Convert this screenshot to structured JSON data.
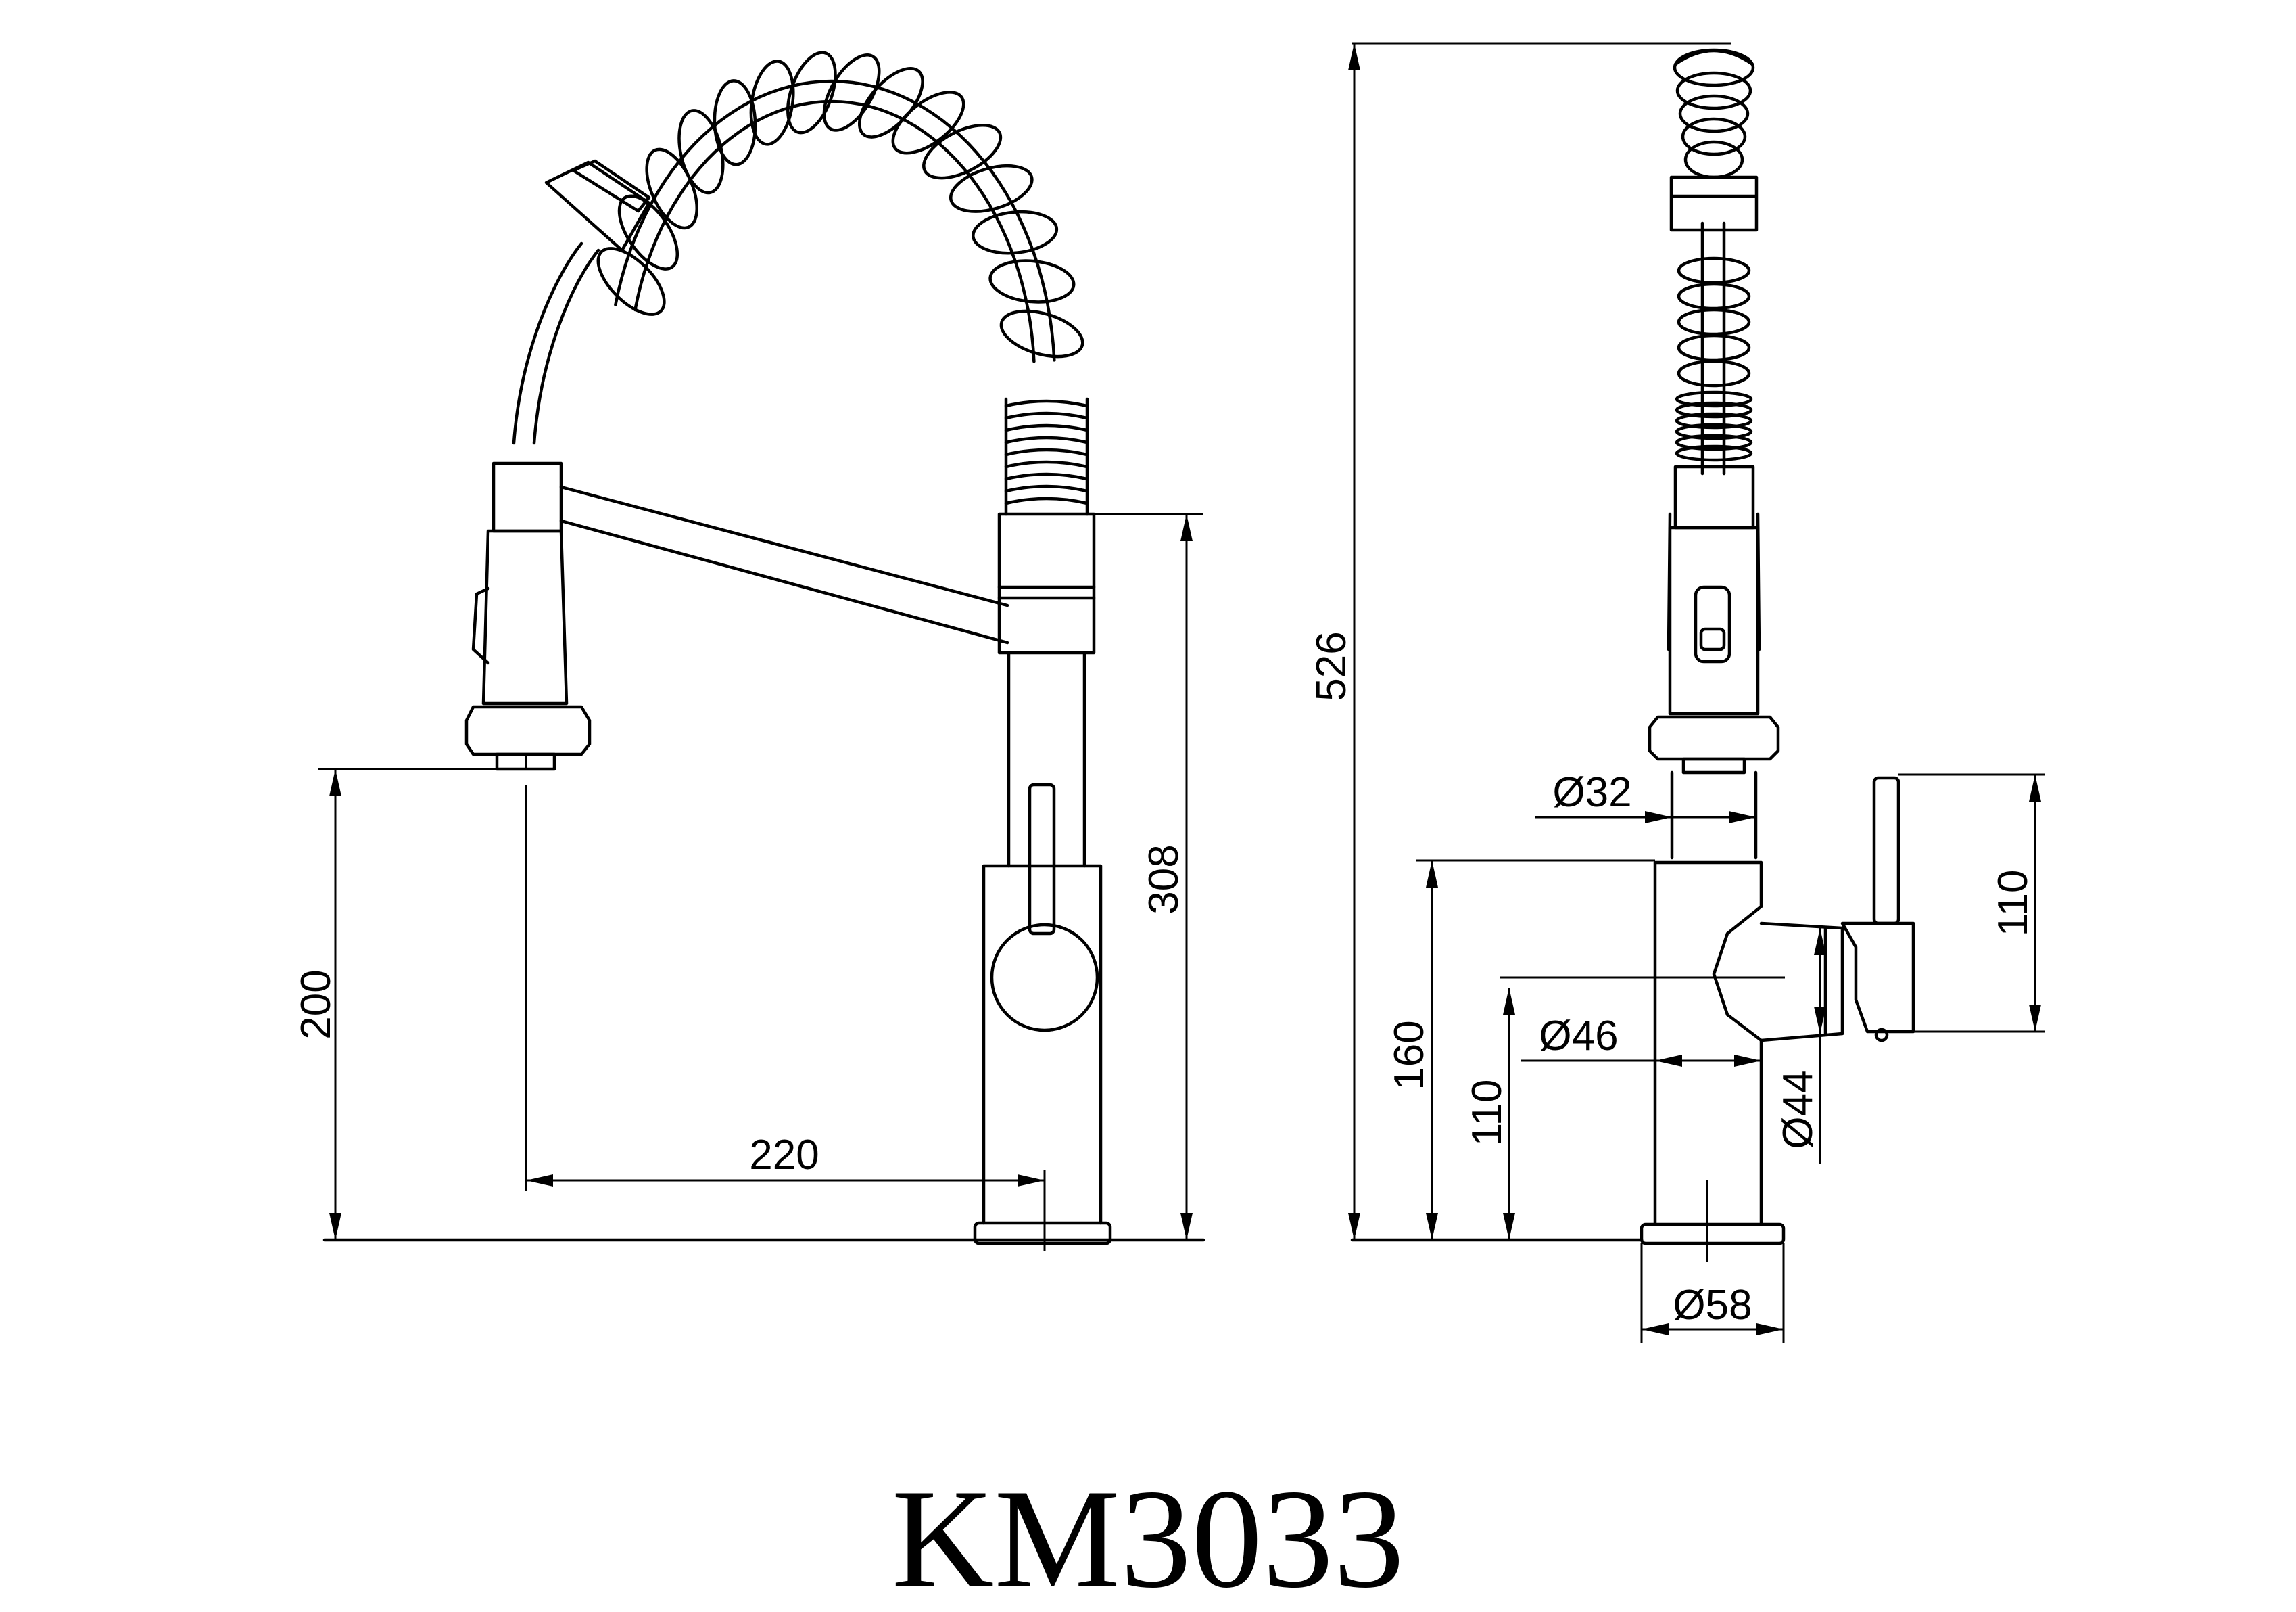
{
  "title": "KM3033",
  "front_view": {
    "dims": {
      "total_height_spout": "308",
      "outlet_height": "200",
      "reach": "220"
    }
  },
  "side_view": {
    "dims": {
      "total_height": "526",
      "pull_hose_dia": "Ø32",
      "handle_height": "110",
      "body_height": "160",
      "handle_axis_height": "110",
      "body_dia": "Ø46",
      "handle_dia": "Ø44",
      "base_dia": "Ø58"
    }
  },
  "colors": {
    "line": "#000000",
    "background": "#ffffff"
  }
}
